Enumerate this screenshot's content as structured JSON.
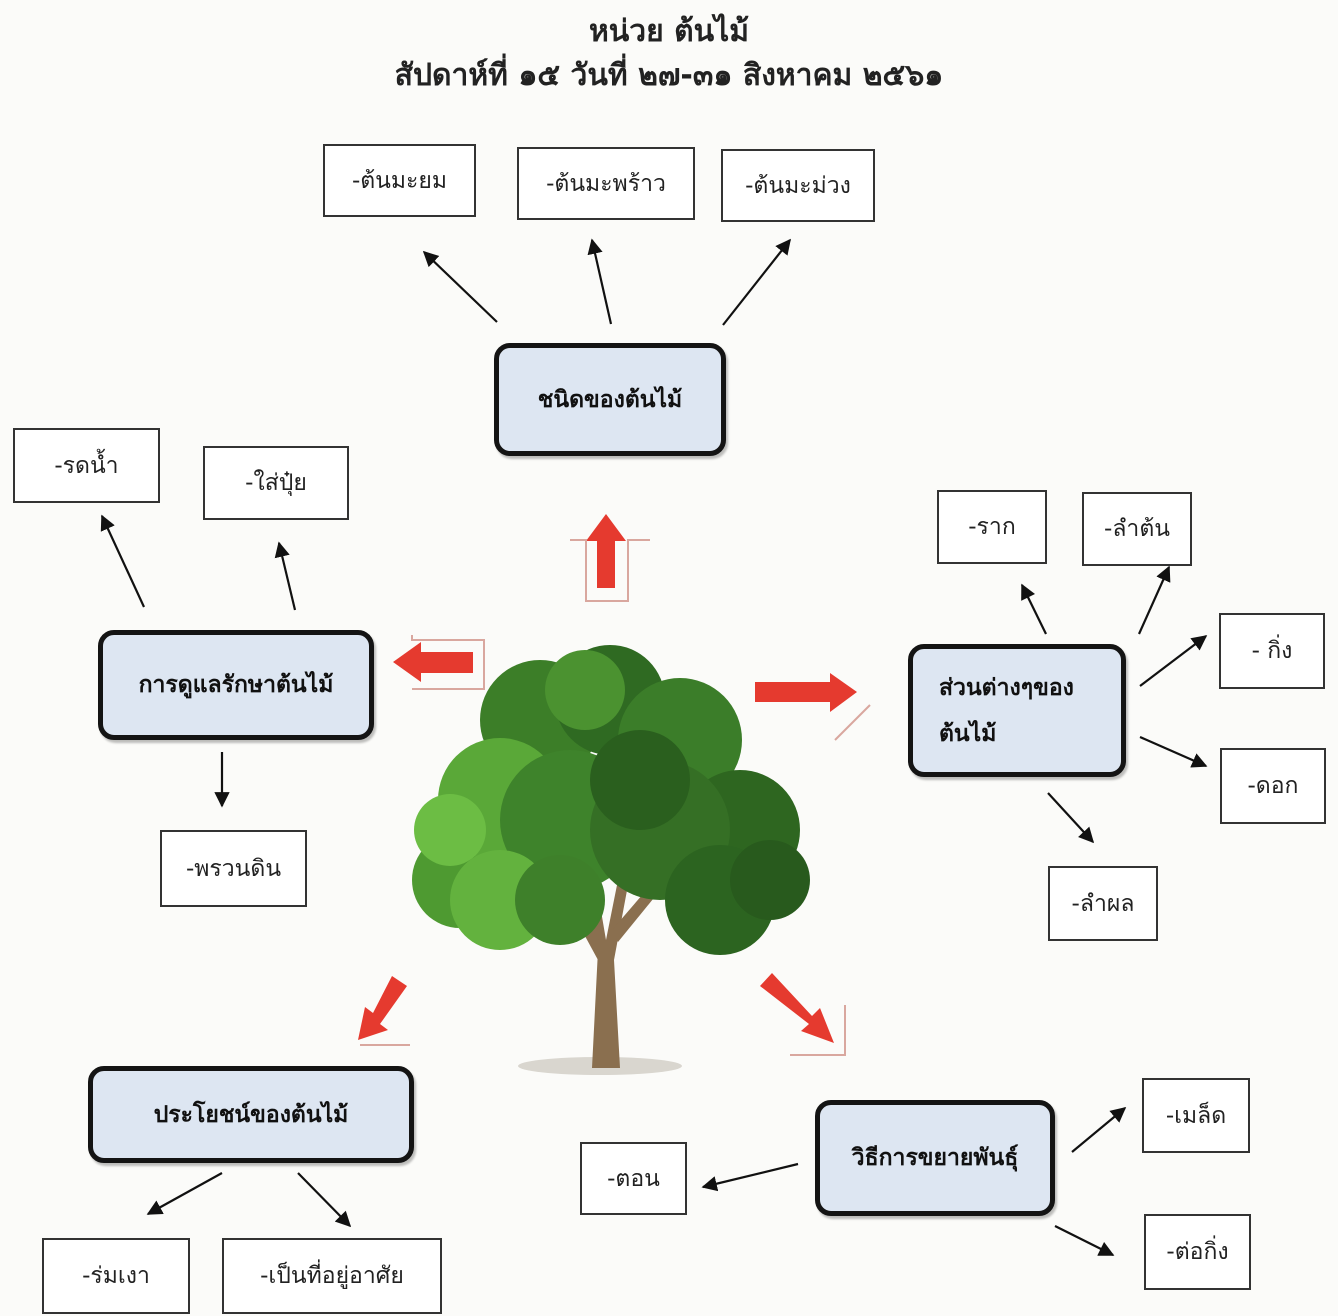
{
  "title": {
    "line1": "หน่วย ต้นไม้",
    "line2": "สัปดาห์ที่ ๑๕ วันที่ ๒๗-๓๑ สิงหาคม ๒๕๖๑"
  },
  "categories": {
    "types": "ชนิดของต้นไม้",
    "care": "การดูแลรักษาต้นไม้",
    "parts_line1": "ส่วนต่างๆของ",
    "parts_line2": "ต้นไม้",
    "benefits": "ประโยชน์ของต้นไม้",
    "propagation": "วิธีการขยายพันธุ์"
  },
  "types": [
    "-ต้นมะยม",
    "-ต้นมะพร้าว",
    "-ต้นมะม่วง"
  ],
  "care": [
    "-รดน้ำ",
    "-ใส่ปุ๋ย",
    "-พรวนดิน"
  ],
  "parts": [
    "-ราก",
    "-ลำต้น",
    "- กิ่ง",
    "-ดอก",
    "-ลำผล"
  ],
  "benefits": [
    "-ร่มเงา",
    "-เป็นที่อยู่อาศัย"
  ],
  "propagation": [
    "-ตอน",
    "-เมล็ด",
    "-ต่อกิ่ง"
  ],
  "colors": {
    "category_fill": "#dde6f2",
    "arrow_red": "#e53a2f",
    "tree_green": "#3f8a2c"
  }
}
